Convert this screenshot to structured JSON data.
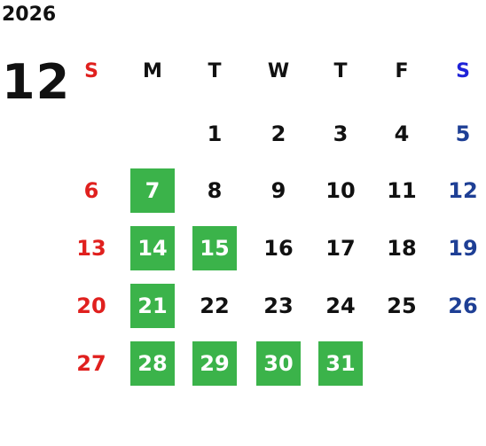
{
  "calendar": {
    "year": "2026",
    "month": "12",
    "weekdays": [
      "S",
      "M",
      "T",
      "W",
      "T",
      "F",
      "S"
    ],
    "days": [
      {
        "label": "1",
        "col": 2,
        "row": 0
      },
      {
        "label": "2",
        "col": 3,
        "row": 0
      },
      {
        "label": "3",
        "col": 4,
        "row": 0
      },
      {
        "label": "4",
        "col": 5,
        "row": 0
      },
      {
        "label": "5",
        "col": 6,
        "row": 0
      },
      {
        "label": "6",
        "col": 0,
        "row": 1
      },
      {
        "label": "7",
        "col": 1,
        "row": 1,
        "highlight": true
      },
      {
        "label": "8",
        "col": 2,
        "row": 1
      },
      {
        "label": "9",
        "col": 3,
        "row": 1
      },
      {
        "label": "10",
        "col": 4,
        "row": 1
      },
      {
        "label": "11",
        "col": 5,
        "row": 1
      },
      {
        "label": "12",
        "col": 6,
        "row": 1
      },
      {
        "label": "13",
        "col": 0,
        "row": 2
      },
      {
        "label": "14",
        "col": 1,
        "row": 2,
        "highlight": true
      },
      {
        "label": "15",
        "col": 2,
        "row": 2,
        "highlight": true
      },
      {
        "label": "16",
        "col": 3,
        "row": 2
      },
      {
        "label": "17",
        "col": 4,
        "row": 2
      },
      {
        "label": "18",
        "col": 5,
        "row": 2
      },
      {
        "label": "19",
        "col": 6,
        "row": 2
      },
      {
        "label": "20",
        "col": 0,
        "row": 3
      },
      {
        "label": "21",
        "col": 1,
        "row": 3,
        "highlight": true
      },
      {
        "label": "22",
        "col": 2,
        "row": 3
      },
      {
        "label": "23",
        "col": 3,
        "row": 3
      },
      {
        "label": "24",
        "col": 4,
        "row": 3
      },
      {
        "label": "25",
        "col": 5,
        "row": 3
      },
      {
        "label": "26",
        "col": 6,
        "row": 3
      },
      {
        "label": "27",
        "col": 0,
        "row": 4
      },
      {
        "label": "28",
        "col": 1,
        "row": 4,
        "highlight": true
      },
      {
        "label": "29",
        "col": 2,
        "row": 4,
        "highlight": true
      },
      {
        "label": "30",
        "col": 3,
        "row": 4,
        "highlight": true
      },
      {
        "label": "31",
        "col": 4,
        "row": 4,
        "highlight": true
      }
    ]
  },
  "colors": {
    "sunday_header": "#e0201e",
    "saturday_header": "#1f23d8",
    "sunday_day": "#e0201e",
    "saturday_day": "#1e3f95",
    "weekday_text": "#111111",
    "highlight_bg": "#3bb34a",
    "highlight_text": "#ffffff"
  }
}
